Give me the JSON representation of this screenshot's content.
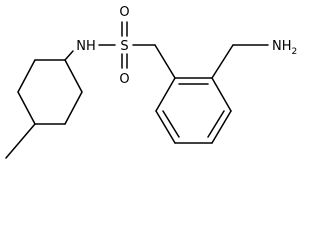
{
  "molecule": {
    "atoms": {
      "nh": "NH",
      "s": "S",
      "o_top": "O",
      "o_bottom": "O",
      "nh2": "NH"
    },
    "nh2_subscript": "2"
  }
}
